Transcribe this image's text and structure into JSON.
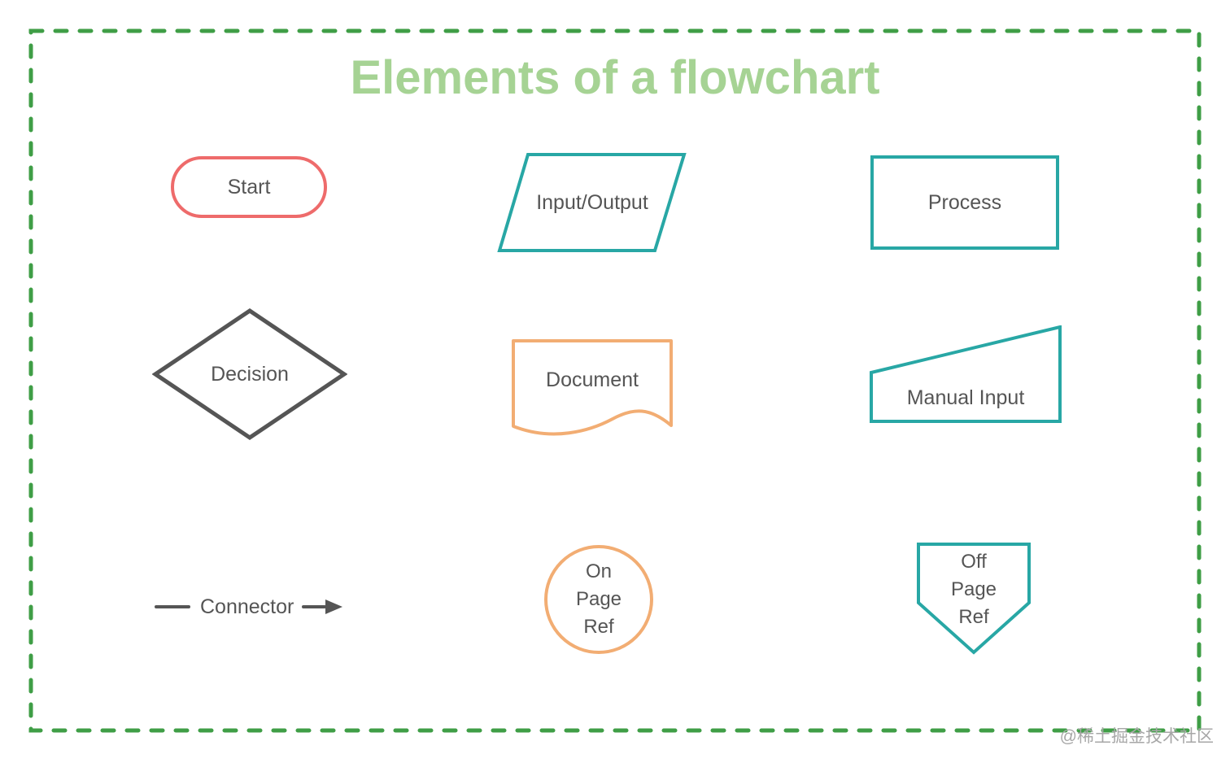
{
  "page": {
    "title": "Elements of a flowchart",
    "watermark": "@稀土掘金技术社区"
  },
  "colors": {
    "title_green": "#a6d394",
    "border_green": "#3f9e46",
    "teal": "#28a7a5",
    "coral": "#ee6b6b",
    "orange": "#f2ad73",
    "dark_gray": "#555555",
    "watermark_gray": "#a7a7a7"
  },
  "shapes": {
    "start": {
      "label": "Start",
      "shape": "rounded-terminator",
      "stroke": "#ee6b6b"
    },
    "input_output": {
      "label": "Input/Output",
      "shape": "parallelogram",
      "stroke": "#28a7a5"
    },
    "process": {
      "label": "Process",
      "shape": "rectangle",
      "stroke": "#28a7a5"
    },
    "decision": {
      "label": "Decision",
      "shape": "diamond",
      "stroke": "#555555"
    },
    "document": {
      "label": "Document",
      "shape": "wavy-bottom-rectangle",
      "stroke": "#f2ad73"
    },
    "manual_input": {
      "label": "Manual Input",
      "shape": "slanted-top-quad",
      "stroke": "#28a7a5"
    },
    "connector": {
      "label": "Connector",
      "shape": "arrow-line",
      "stroke": "#555555"
    },
    "on_page_ref": {
      "label": "On\nPage\nRef",
      "shape": "circle",
      "stroke": "#f2ad73"
    },
    "off_page_ref": {
      "label": "Off\nPage\nRef",
      "shape": "down-pentagon",
      "stroke": "#28a7a5"
    }
  }
}
